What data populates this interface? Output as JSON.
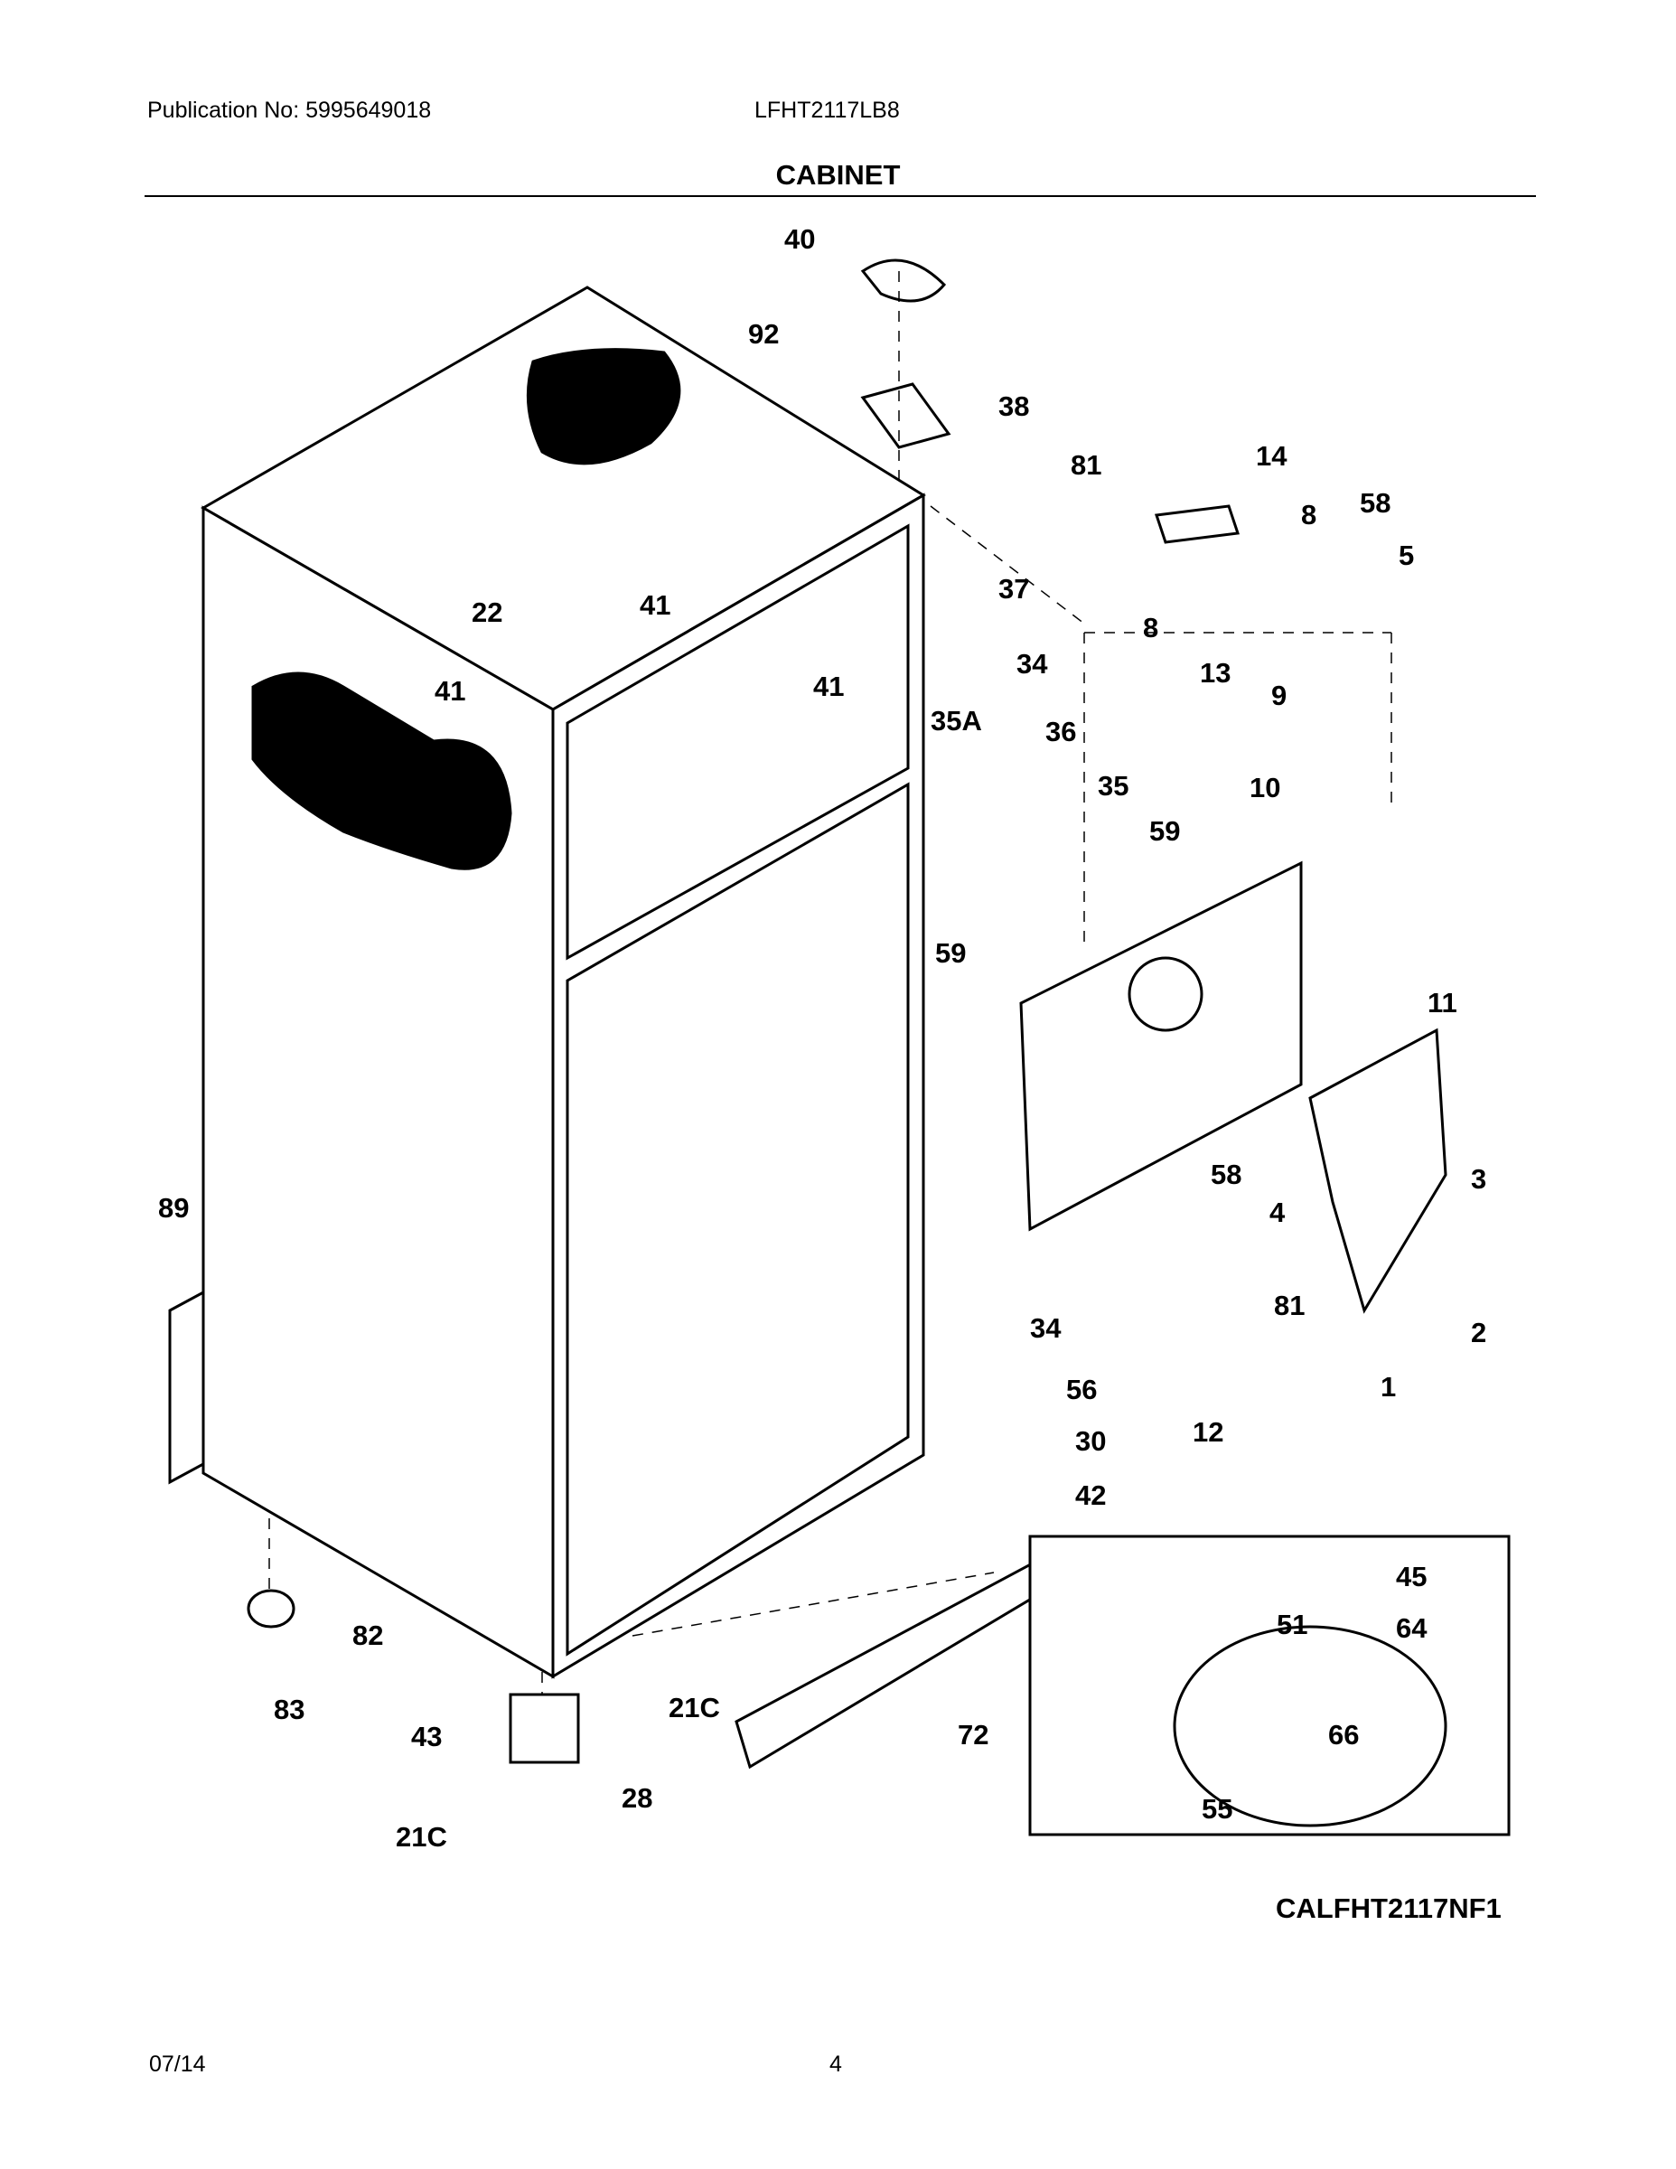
{
  "header": {
    "publication": "Publication No: 5995649018",
    "model": "LFHT2117LB8"
  },
  "section_title": "CABINET",
  "inset_code": "CALFHT2117NF1",
  "footer": {
    "date": "07/14",
    "page": "4"
  },
  "callouts": [
    "40",
    "92",
    "38",
    "81",
    "14",
    "8",
    "58",
    "5",
    "37",
    "22",
    "41",
    "41",
    "41",
    "8",
    "13",
    "9",
    "34",
    "35A",
    "36",
    "35",
    "10",
    "59",
    "59",
    "11",
    "58",
    "4",
    "3",
    "89",
    "81",
    "2",
    "1",
    "34",
    "56",
    "12",
    "30",
    "42",
    "45",
    "51",
    "64",
    "82",
    "66",
    "83",
    "21C",
    "43",
    "72",
    "28",
    "55",
    "21C"
  ]
}
